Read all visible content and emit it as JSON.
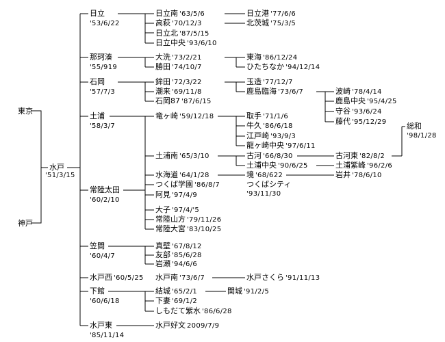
{
  "roots": [
    {
      "name": "東京"
    },
    {
      "name": "神戸"
    }
  ],
  "nodes": [
    {
      "name": "水戸",
      "date": "'51/3/15"
    },
    {
      "name": "日立",
      "date": "'53/6/22"
    },
    {
      "name": "日立南",
      "date": "'63/5/6"
    },
    {
      "name": "高萩",
      "date": "'70/12/3"
    },
    {
      "name": "日立北",
      "date": "'87/5/15"
    },
    {
      "name": "日立中央",
      "date": "'93/6/10"
    },
    {
      "name": "日立港",
      "date": "'77/6/6"
    },
    {
      "name": "北茨城",
      "date": "'75/3/5"
    },
    {
      "name": "那珂湊",
      "date": "'55/919"
    },
    {
      "name": "大洗",
      "date": "'73/2/21"
    },
    {
      "name": "勝田",
      "date": "'74/10/7"
    },
    {
      "name": "東海",
      "date": "'86/12/24"
    },
    {
      "name": "ひたちなか",
      "date": "'94/12/14"
    },
    {
      "name": "石岡",
      "date": "'57/7/3"
    },
    {
      "name": "鉾田",
      "date": "'72/3/22"
    },
    {
      "name": "潮来",
      "date": "'69/11/8"
    },
    {
      "name": "石岡87",
      "date": "'87/6/15"
    },
    {
      "name": "玉造",
      "date": "'77/12/7"
    },
    {
      "name": "鹿島臨海",
      "date": "'73/6/7"
    },
    {
      "name": "波崎",
      "date": "'78/4/14"
    },
    {
      "name": "鹿島中央",
      "date": "'95/4/25"
    },
    {
      "name": "守谷",
      "date": "'93/6/24"
    },
    {
      "name": "藤代",
      "date": "'95/12/29"
    },
    {
      "name": "土浦",
      "date": "'58/3/7"
    },
    {
      "name": "竜ヶ崎",
      "date": "'59/12/18"
    },
    {
      "name": "取手",
      "date": "'71/1/6"
    },
    {
      "name": "牛久",
      "date": "'86/6/18"
    },
    {
      "name": "江戸崎",
      "date": "'93/9/3"
    },
    {
      "name": "龍ヶ崎中央",
      "date": "'97/6/11"
    },
    {
      "name": "総和",
      "date": "'98/1/28"
    },
    {
      "name": "土浦南",
      "date": "'65/3/10"
    },
    {
      "name": "古河",
      "date": "'66/8/30"
    },
    {
      "name": "古河東",
      "date": "'82/8/2"
    },
    {
      "name": "土浦中央",
      "date": "'90/6/25"
    },
    {
      "name": "土浦紫峰",
      "date": "'96/2/6"
    },
    {
      "name": "水海道",
      "date": "'64/1/28"
    },
    {
      "name": "境",
      "date": "'68/622"
    },
    {
      "name": "岩井",
      "date": "'78/6/10"
    },
    {
      "name": "つくば学園",
      "date": "'86/8/7"
    },
    {
      "name": "つくばシティ",
      "date": "'93/11/30"
    },
    {
      "name": "阿見",
      "date": "'97/4/9"
    },
    {
      "name": "常陸太田",
      "date": "'60/2/10"
    },
    {
      "name": "大子",
      "date": "'97/4/'5"
    },
    {
      "name": "常陸山方",
      "date": "'79/11/26"
    },
    {
      "name": "常陸大宮",
      "date": "'83/10/25"
    },
    {
      "name": "笠間",
      "date": "'60/4/7"
    },
    {
      "name": "真壁",
      "date": "'67/8/12"
    },
    {
      "name": "友部",
      "date": "'85/6/28"
    },
    {
      "name": "岩瀬",
      "date": "'94/6/6"
    },
    {
      "name": "水戸西",
      "date": "'60/5/25"
    },
    {
      "name": "水戸南",
      "date": "'73/6/7"
    },
    {
      "name": "水戸さくら",
      "date": "'91/11/13"
    },
    {
      "name": "下館",
      "date": "'60/6/18"
    },
    {
      "name": "結城",
      "date": "'65/2/1"
    },
    {
      "name": "関城",
      "date": "'91/2/5"
    },
    {
      "name": "下妻",
      "date": "'69/1/2"
    },
    {
      "name": "しもだて紫水",
      "date": "'86/6/28"
    },
    {
      "name": "水戸東",
      "date": "'85/11/14"
    },
    {
      "name": "水戸好文",
      "date": "2009/7/9"
    }
  ]
}
